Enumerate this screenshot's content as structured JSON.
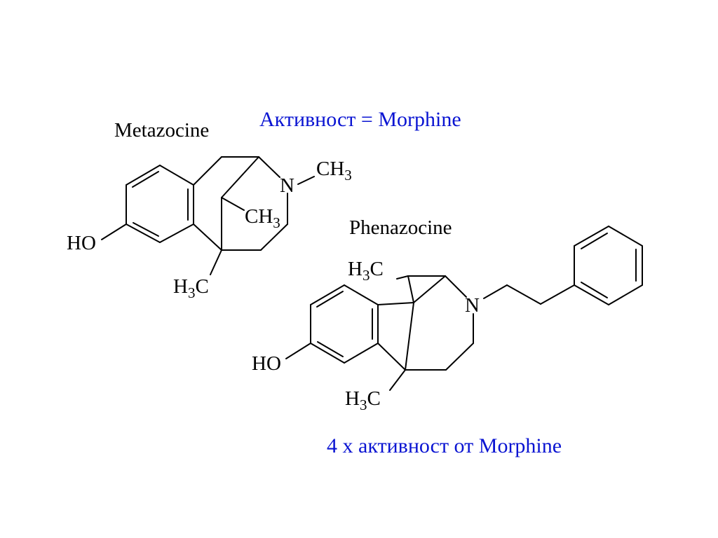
{
  "colors": {
    "note": "#0a14d2",
    "ink": "#000000",
    "background": "#ffffff"
  },
  "metazocine": {
    "name": "Metazocine",
    "activity": "Активност = Morphine",
    "labels": {
      "ho": "HO",
      "n": "N",
      "n_methyl": {
        "main": "CH",
        "sub": "3"
      },
      "bridge_methyl": {
        "main": "CH",
        "sub": "3"
      },
      "quaternary_methyl": {
        "pre": "H",
        "sub": "3",
        "post": "C"
      }
    }
  },
  "phenazocine": {
    "name": "Phenazocine",
    "activity": "4 x активност от Morphine",
    "labels": {
      "ho": "HO",
      "n": "N",
      "top_methyl": {
        "pre": "H",
        "sub": "3",
        "post": "C"
      },
      "quaternary_methyl": {
        "pre": "H",
        "sub": "3",
        "post": "C"
      }
    }
  }
}
